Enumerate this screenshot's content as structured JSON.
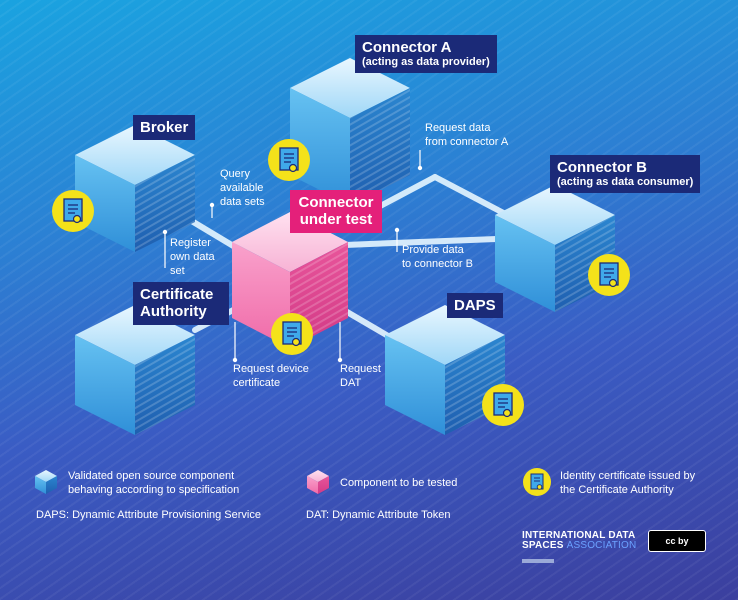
{
  "components": {
    "connector_a": {
      "title": "Connector A",
      "subtitle": "(acting as data provider)"
    },
    "broker": {
      "title": "Broker"
    },
    "connector_under_test": {
      "title": "Connector under test"
    },
    "connector_b": {
      "title": "Connector B",
      "subtitle": "(acting as data consumer)"
    },
    "certificate_authority": {
      "title": "Certificate Authority"
    },
    "daps": {
      "title": "DAPS"
    }
  },
  "annotations": {
    "request_data": "Request data\nfrom connector A",
    "query": "Query\navailable\ndata sets",
    "register": "Register\nown data\nset",
    "provide": "Provide data\nto connector B",
    "request_cert": "Request device\ncertificate",
    "request_dat": "Request\nDAT"
  },
  "legend": {
    "validated": "Validated open source component\nbehaving according to specification",
    "to_test": "Component to be tested",
    "certificate": "Identity certificate issued by\nthe Certificate Authority",
    "daps_def": "DAPS: Dynamic Attribute Provisioning Service",
    "dat_def": "DAT: Dynamic Attribute Token"
  },
  "footer": {
    "logo_line1": "INTERNATIONAL DATA",
    "logo_line2": "SPACES",
    "logo_line2_assoc": "ASSOCIATION",
    "license": "cc by"
  },
  "colors": {
    "label_bg": "#1b2a78",
    "test_label_bg": "#e4207a",
    "cert_yellow": "#f4e21a",
    "cube_blue": "#3fa9ea",
    "cube_pink": "#f06aa8"
  }
}
